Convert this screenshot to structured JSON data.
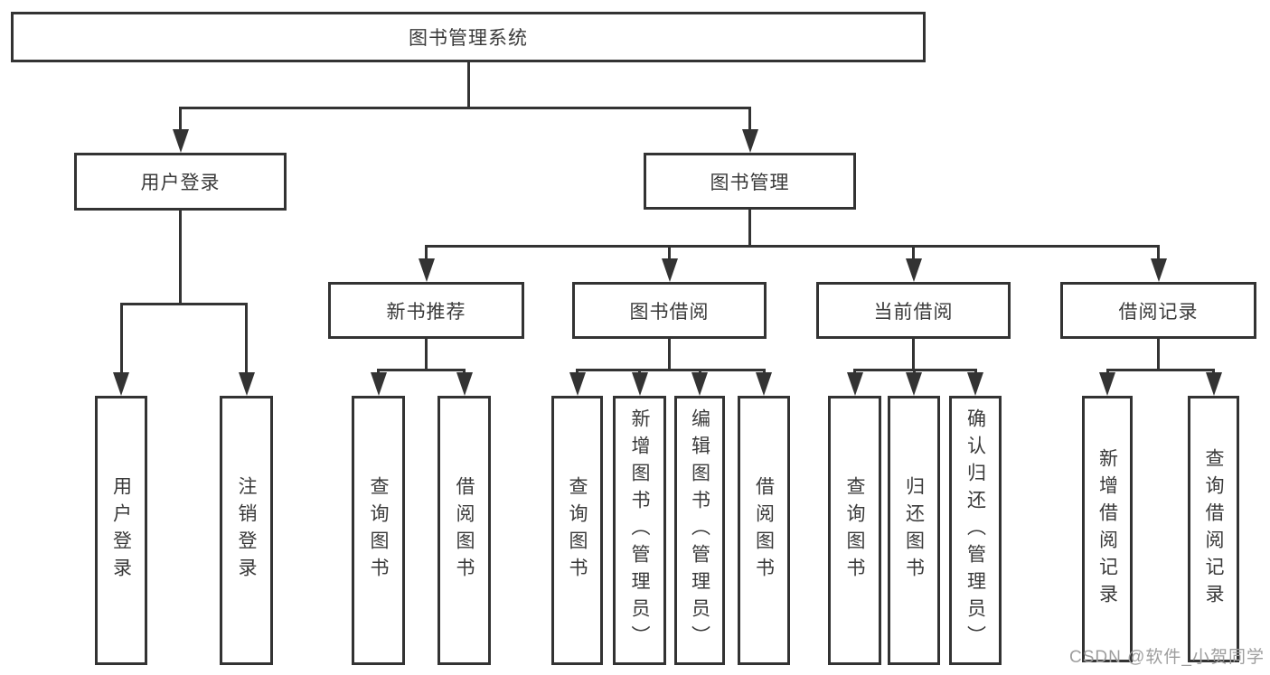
{
  "diagram": {
    "title": "图书管理系统",
    "nodes": [
      {
        "id": "root",
        "label": "图书管理系统",
        "parent": null
      },
      {
        "id": "user-login",
        "label": "用户登录",
        "parent": "root"
      },
      {
        "id": "book-management",
        "label": "图书管理",
        "parent": "root"
      },
      {
        "id": "new-book-recommend",
        "label": "新书推荐",
        "parent": "book-management"
      },
      {
        "id": "book-borrowing",
        "label": "图书借阅",
        "parent": "book-management"
      },
      {
        "id": "current-borrowing",
        "label": "当前借阅",
        "parent": "book-management"
      },
      {
        "id": "borrowing-records",
        "label": "借阅记录",
        "parent": "book-management"
      },
      {
        "id": "leaf-user-login",
        "label": "用户登录",
        "parent": "user-login"
      },
      {
        "id": "leaf-logout",
        "label": "注销登录",
        "parent": "user-login"
      },
      {
        "id": "leaf-query-books-recommend",
        "label": "查询图书",
        "parent": "new-book-recommend"
      },
      {
        "id": "leaf-borrow-books-recommend",
        "label": "借阅图书",
        "parent": "new-book-recommend"
      },
      {
        "id": "leaf-query-books-borrowing",
        "label": "查询图书",
        "parent": "book-borrowing"
      },
      {
        "id": "leaf-add-books-admin",
        "label": "新增图书（管理员）",
        "parent": "book-borrowing"
      },
      {
        "id": "leaf-edit-books-admin",
        "label": "编辑图书（管理员）",
        "parent": "book-borrowing"
      },
      {
        "id": "leaf-borrow-books",
        "label": "借阅图书",
        "parent": "book-borrowing"
      },
      {
        "id": "leaf-query-books-current",
        "label": "查询图书",
        "parent": "current-borrowing"
      },
      {
        "id": "leaf-return-books",
        "label": "归还图书",
        "parent": "current-borrowing"
      },
      {
        "id": "leaf-confirm-return-admin",
        "label": "确认归还（管理员）",
        "parent": "current-borrowing"
      },
      {
        "id": "leaf-add-borrow-record",
        "label": "新增借阅记录",
        "parent": "borrowing-records"
      },
      {
        "id": "leaf-query-borrow-record",
        "label": "查询借阅记录",
        "parent": "borrowing-records"
      }
    ],
    "colors": {
      "line": "#333333",
      "text": "#3a3a3a",
      "watermark": "#9e9e9e",
      "background": "#ffffff"
    }
  },
  "watermark": {
    "text": "CSDN @软件_小贺同学"
  }
}
